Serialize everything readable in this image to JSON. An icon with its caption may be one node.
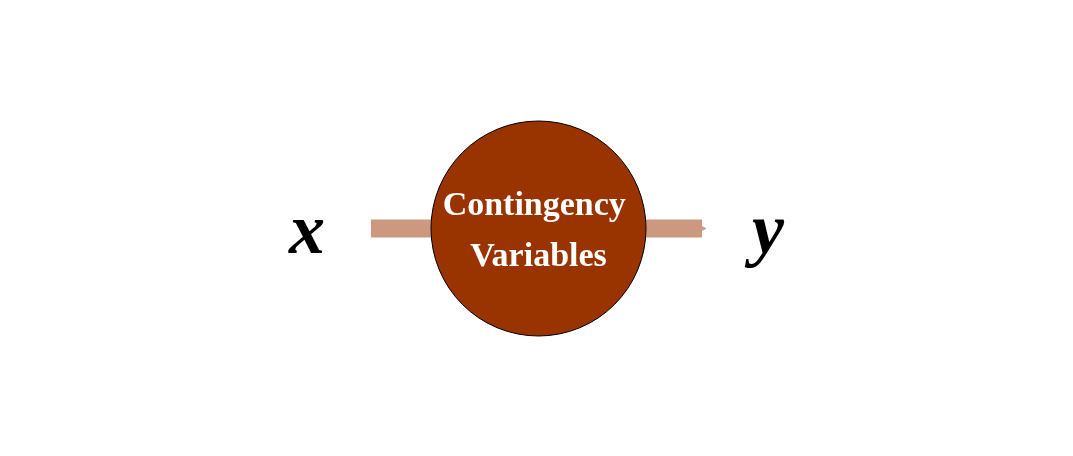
{
  "diagram": {
    "nodes": [
      {
        "text": [
          "x"
        ]
      },
      {
        "text": [
          "Contingency Variables"
        ]
      },
      {
        "text": [
          "y"
        ]
      }
    ],
    "edges": [
      {
        "from": 0,
        "to": 1,
        "arrow": "none",
        "color": "#cc9980"
      },
      {
        "from": 1,
        "to": 2,
        "arrow": "to",
        "color": "#cc9980"
      }
    ]
  }
}
